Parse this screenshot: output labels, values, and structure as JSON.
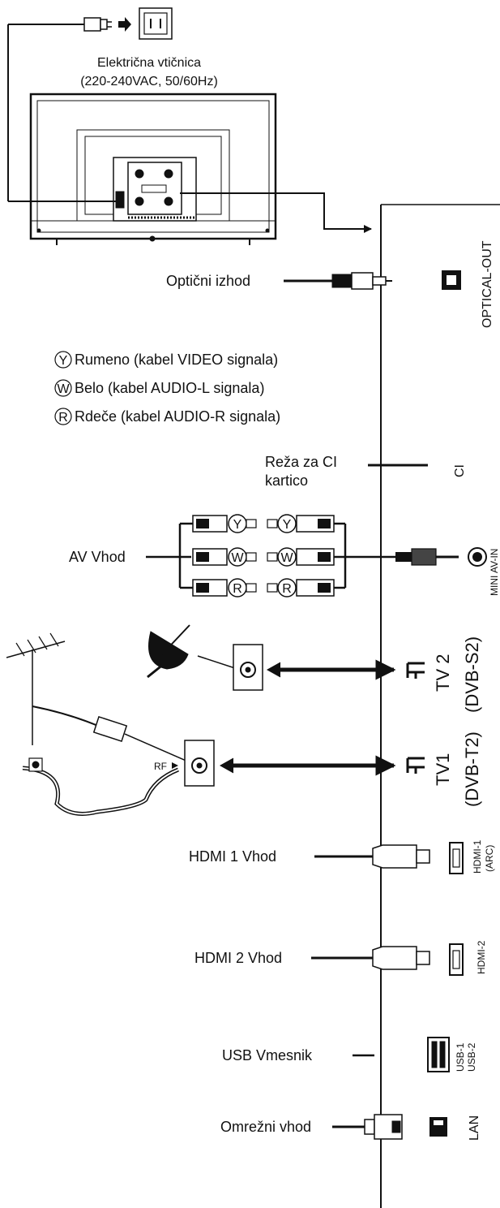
{
  "power": {
    "line1": "Električna vtičnica",
    "line2": "(220-240VAC, 50/60Hz)"
  },
  "labels": {
    "optical": "Optični izhod",
    "legend_y": "Rumeno (kabel VIDEO signala)",
    "legend_w": "Belo (kabel AUDIO-L signala)",
    "legend_r": "Rdeče (kabel AUDIO-R signala)",
    "ci_line1": "Reža za CI",
    "ci_line2": "kartico",
    "av": "AV Vhod",
    "rf": "RF",
    "hdmi1": "HDMI 1 Vhod",
    "hdmi2": "HDMI 2 Vhod",
    "usb": "USB Vmesnik",
    "lan": "Omrežni vhod"
  },
  "letters": {
    "y": "Y",
    "w": "W",
    "r": "R"
  },
  "ports": {
    "optical_out": "OPTICAL-OUT",
    "ci": "CI",
    "mini_av": "MINI AV-IN",
    "tv2_a": "TV 2",
    "tv2_b": "(DVB-S2)",
    "tv1_a": "TV1",
    "tv1_b": "(DVB-T2)",
    "hdmi1_a": "HDMI-1",
    "hdmi1_b": "(ARC)",
    "hdmi2": "HDMI-2",
    "usb1": "USB-1",
    "usb2": "USB-2",
    "lan": "LAN"
  },
  "icons": {
    "plug": "power-plug-icon",
    "outlet": "wall-outlet-icon",
    "tv": "tv-rear-icon",
    "antenna": "antenna-icon",
    "dish": "satellite-dish-icon"
  }
}
